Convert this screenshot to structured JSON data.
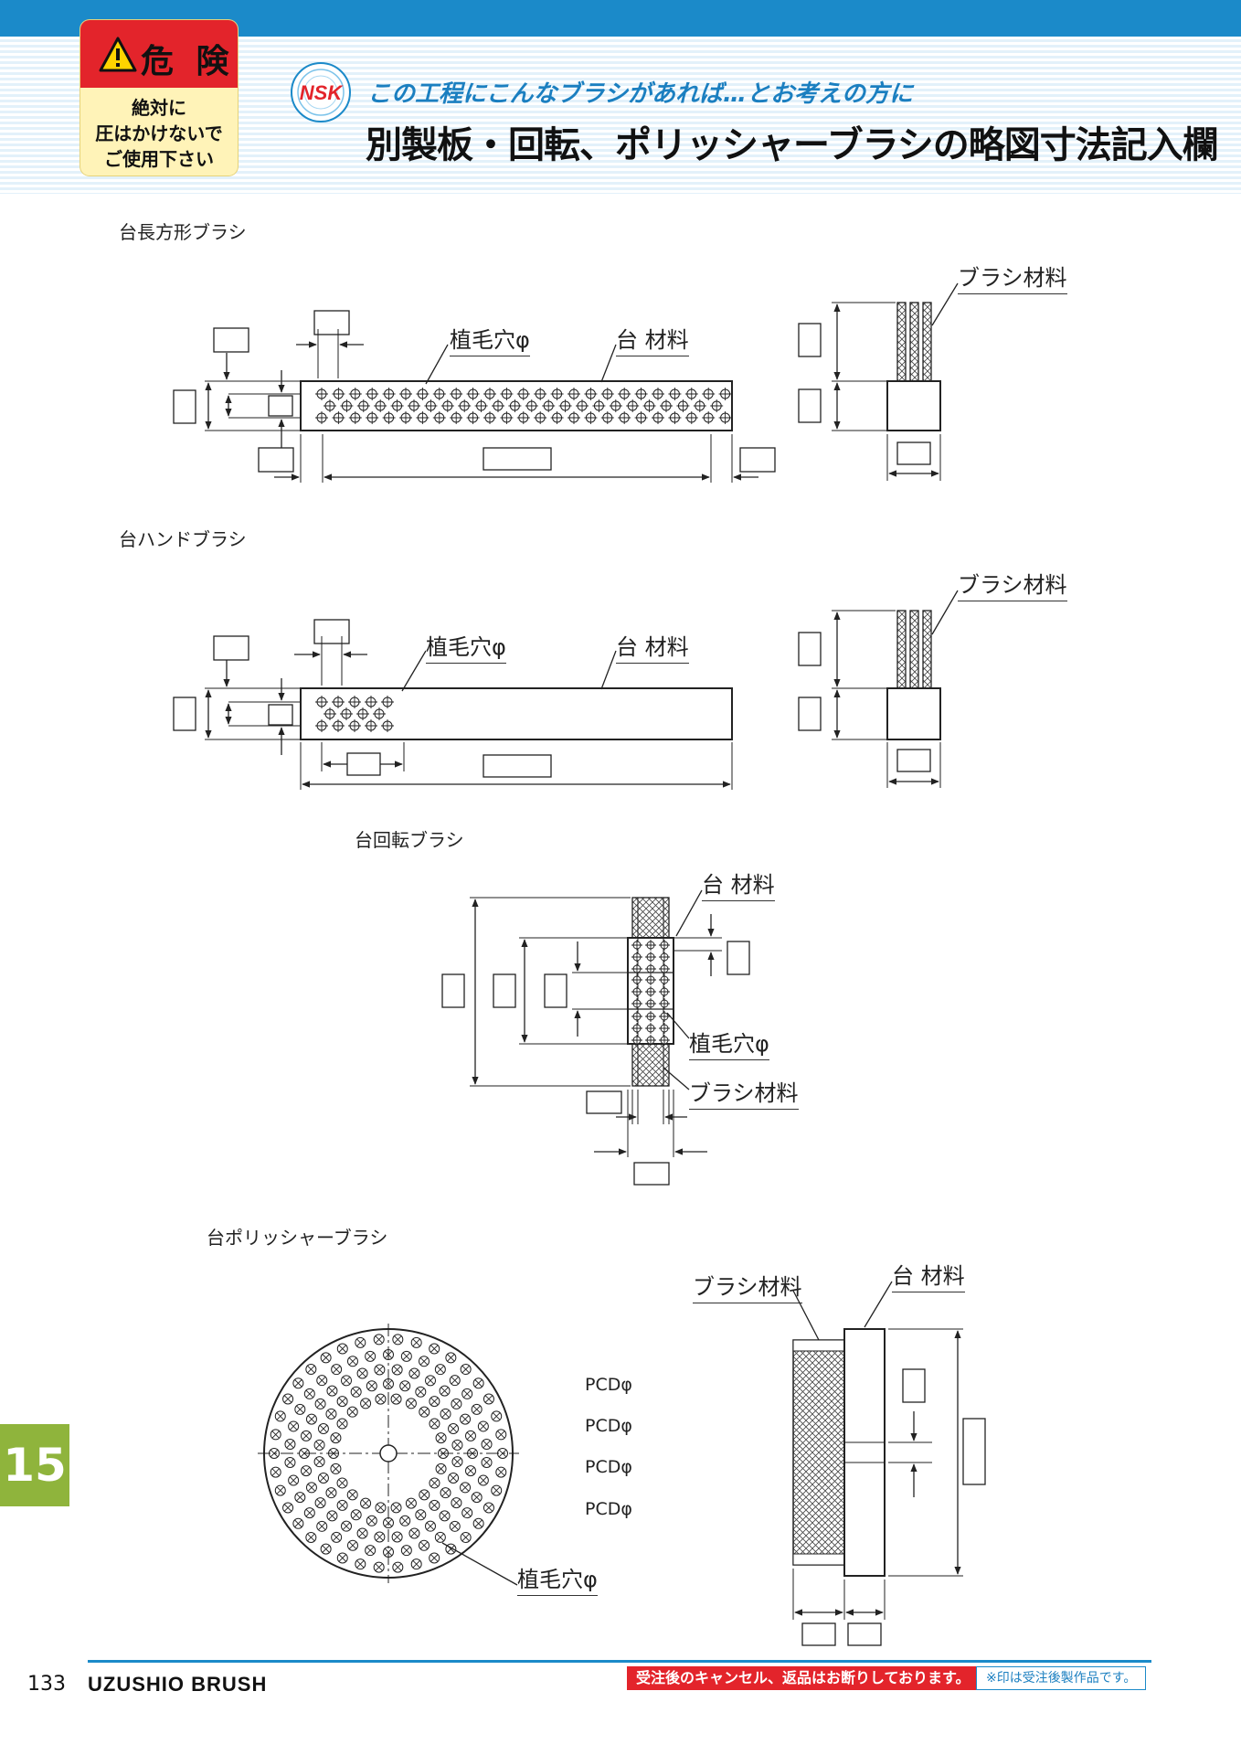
{
  "header": {
    "danger_title": "危 険",
    "danger_lines": [
      "絶対に",
      "圧はかけないで",
      "ご使用下さい"
    ],
    "logo_text": "NSK",
    "subtitle": "この工程にこんなブラシがあれば…とお考えの方に",
    "title": "別製板・回転、ポリッシャーブラシの略図寸法記入欄"
  },
  "sections": {
    "rect": {
      "label": "台長方形ブラシ",
      "hole": "植毛穴φ",
      "base_material": "台 材料",
      "brush_material": "ブラシ材料"
    },
    "hand": {
      "label": "台ハンドブラシ",
      "hole": "植毛穴φ",
      "base_material": "台 材料",
      "brush_material": "ブラシ材料"
    },
    "rotary": {
      "label": "台回転ブラシ",
      "base_material": "台 材料",
      "hole": "植毛穴φ",
      "brush_material": "ブラシ材料"
    },
    "polisher": {
      "label": "台ポリッシャーブラシ",
      "pcd": [
        "PCDφ",
        "PCDφ",
        "PCDφ",
        "PCDφ"
      ],
      "hole": "植毛穴φ",
      "brush_material": "ブラシ材料",
      "base_material": "台 材料"
    }
  },
  "chapter": "15",
  "footer": {
    "page": "133",
    "brand": "UZUSHIO  BRUSH",
    "cancel_notice": "受注後のキャンセル、返品はお断りしております。",
    "order_note": "※印は受注後製作品です。"
  },
  "colors": {
    "accent_blue": "#1b8ac9",
    "danger_red": "#e3242b",
    "chapter_green": "#8fb43c"
  }
}
